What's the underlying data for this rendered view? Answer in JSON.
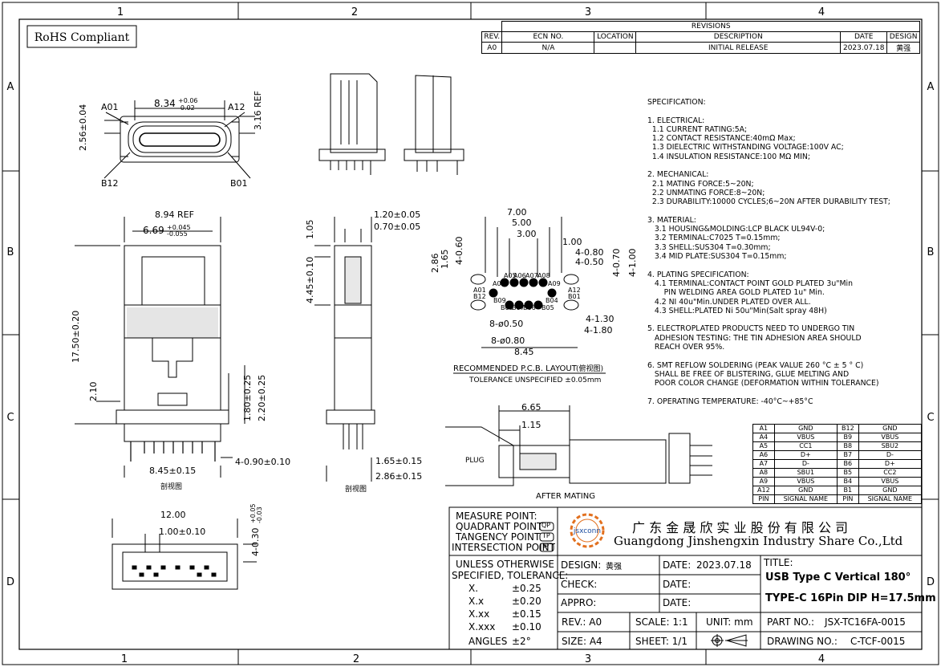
{
  "border": {
    "columns": [
      "1",
      "2",
      "3",
      "4"
    ],
    "rows": [
      "A",
      "B",
      "C",
      "D"
    ]
  },
  "rohs": "RoHS Compliant",
  "revisions": {
    "title": "REVISIONS",
    "headers": [
      "REV.",
      "ECN NO.",
      "LOCATION",
      "DESCRIPTION",
      "DATE",
      "DESIGN"
    ],
    "row": [
      "A0",
      "N/A",
      "",
      "INITIAL RELEASE",
      "2023.07.18",
      "黄强"
    ]
  },
  "spec_lines": [
    "SPECIFICATION:",
    "",
    "1. ELECTRICAL:",
    "  1.1 CURRENT RATING:5A;",
    "  1.2 CONTACT RESISTANCE:40mΩ Max;",
    "  1.3 DIELECTRIC WITHSTANDING VOLTAGE:100V AC;",
    "  1.4 INSULATION RESISTANCE:100 MΩ MIN;",
    "",
    "2. MECHANICAL:",
    "  2.1 MATING FORCE:5~20N;",
    "  2.2 UNMATING FORCE:8~20N;",
    "  2.3 DURABILITY:10000 CYCLES;6~20N AFTER DURABILITY TEST;",
    "",
    "3. MATERIAL:",
    "   3.1 HOUSING&MOLDING:LCP BLACK UL94V-0;",
    "   3.2 TERMINAL:C7025 T=0.15mm;",
    "   3.3 SHELL:SUS304 T=0.30mm;",
    "   3.4 MID PLATE:SUS304 T=0.15mm;",
    "",
    "4. PLATING SPECIFICATION:",
    "   4.1 TERMINAL:CONTACT POINT GOLD PLATED 3u\"Min",
    "       PIN WELDING AREA GOLD PLATED 1u\" Min.",
    "   4.2 NI 40u\"Min.UNDER PLATED OVER ALL.",
    "   4.3 SHELL:PLATED Ni 50u\"Min(Salt spray 48H)",
    "",
    "5. ELECTROPLATED PRODUCTS NEED TO UNDERGO TIN",
    "   ADHESION TESTING: THE TIN ADHESION AREA SHOULD",
    "   REACH OVER 95%.",
    "",
    "6. SMT REFLOW SOLDERING (PEAK VALUE 260 °C ± 5 ° C)",
    "   SHALL BE FREE OF BLISTERING, GLUE MELTING AND",
    "   POOR COLOR CHANGE (DEFORMATION WITHIN TOLERANCE)",
    "",
    "7. OPERATING TEMPERATURE: -40°C~+85°C"
  ],
  "pin_table": {
    "rows": [
      [
        "A1",
        "GND",
        "B12",
        "GND"
      ],
      [
        "A4",
        "VBUS",
        "B9",
        "VBUS"
      ],
      [
        "A5",
        "CC1",
        "B8",
        "SBU2"
      ],
      [
        "A6",
        "D+",
        "B7",
        "D-"
      ],
      [
        "A7",
        "D-",
        "B6",
        "D+"
      ],
      [
        "A8",
        "SBU1",
        "B5",
        "CC2"
      ],
      [
        "A9",
        "VBUS",
        "B4",
        "VBUS"
      ],
      [
        "A12",
        "GND",
        "B1",
        "GND"
      ],
      [
        "PIN",
        "SIGNAL NAME",
        "PIN",
        "SIGNAL NAME"
      ]
    ]
  },
  "views": {
    "front": {
      "a01": "A01",
      "a12": "A12",
      "b12": "B12",
      "b01": "B01",
      "w": "8.34",
      "w_tol_up": "+0.06",
      "w_tol_dn": "-0.02",
      "h": "2.56±0.04",
      "ref": "3.16 REF"
    },
    "main": {
      "w_ref": "8.94 REF",
      "w2": "6.69",
      "w2_up": "+0.045",
      "w2_dn": "-0.055",
      "h_total": "17.50±0.20",
      "h_low": "2.10",
      "h_a": "1.80±0.25",
      "h_b": "2.20±0.25",
      "w_bottom": "8.45±0.15",
      "pin_d": "4-0.90±0.10",
      "caption": "剖视图"
    },
    "side": {
      "t1": "1.20±0.05",
      "t2": "0.70±0.05",
      "h1": "1.05",
      "h2": "4.45±0.10",
      "b1": "1.65±0.15",
      "b2": "2.86±0.15",
      "caption": "剖视图"
    },
    "pcb": {
      "d7": "7.00",
      "d5": "5.00",
      "d3": "3.00",
      "d1": "1.00",
      "d4a": "4-0.80",
      "d4b": "4-0.50",
      "d4c": "4-0.70",
      "d4d": "4-1.00",
      "v286": "2.86",
      "v165": "1.65",
      "v460": "4-0.60",
      "d8a": "8-ø0.50",
      "d8b": "8-ø0.80",
      "d130": "4-1.30",
      "d180": "4-1.80",
      "d845": "8.45",
      "title": "RECOMMENDED   P.C.B. LAYOUT",
      "title_cn": "(俯视图)",
      "tolerance": "TOLERANCE  UNSPECIFIED ±0.05mm",
      "pins_top": [
        "A05",
        "A06",
        "A07",
        "A08"
      ],
      "pins_bot": [
        "B08",
        "B07",
        "B06",
        "B05"
      ],
      "pin_labels": [
        "A01",
        "B12",
        "A04",
        "A09",
        "A12",
        "B01",
        "B09",
        "B04"
      ]
    },
    "mating": {
      "d665": "6.65",
      "d115": "1.15",
      "plug": "PLUG",
      "caption": "AFTER  MATING"
    },
    "bottom": {
      "w": "12.00",
      "w2": "1.00±0.10",
      "h": "4-0.30",
      "h_up": "+0.05",
      "h_dn": "-0.03"
    }
  },
  "title_block": {
    "measure_point": "MEASURE  POINT:",
    "quadrant": "QUADRANT  POINT",
    "qp": "QP",
    "tangency": "TANGENCY  POINT",
    "tp": "TP",
    "intersection": "INTERSECTION  POINT",
    "ip": "IP",
    "logo_text": "jsxconn",
    "company_cn": "广 东 金 晟 欣 实 业 股 份 有 限 公 司",
    "company_en": "Guangdong Jinshengxin Industry Share Co.,Ltd",
    "unless": "UNLESS  OTHERWISE",
    "specified": "SPECIFIED, TOLERANCE:",
    "tolerances": [
      [
        "X.",
        "±0.25"
      ],
      [
        "X.x",
        "±0.20"
      ],
      [
        "X.xx",
        "±0.15"
      ],
      [
        "X.xxx",
        "±0.10"
      ],
      [
        "ANGLES",
        "±2°"
      ]
    ],
    "design_label": "DESIGN:",
    "design_val": "黄强",
    "date_label": "DATE:",
    "date_val": "2023.07.18",
    "check_label": "CHECK:",
    "appro_label": "APPRO:",
    "title_label": "TITLE:",
    "title_line1": "USB Type C Vertical 180°",
    "title_line2": "TYPE-C 16Pin DIP H=17.5mm",
    "rev": "REV.: A0",
    "scale": "SCALE: 1:1",
    "unit": "UNIT: mm",
    "size": "SIZE: A4",
    "sheet": "SHEET: 1/1",
    "part_label": "PART  NO.:",
    "part_val": "JSX-TC16FA-0015",
    "drawing_label": "DRAWING  NO.:",
    "drawing_val": "C-TCF-0015"
  }
}
